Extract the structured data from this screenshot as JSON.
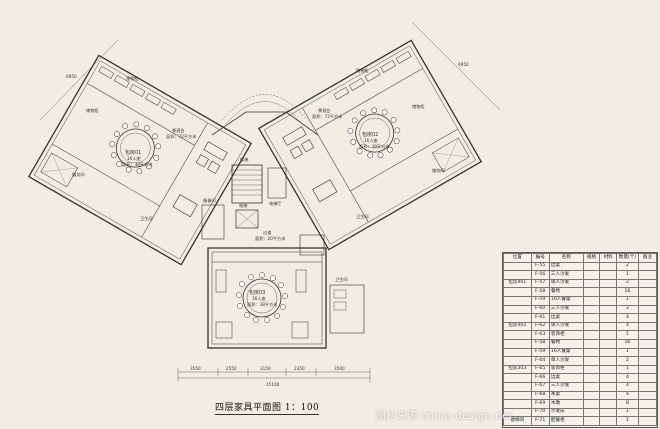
{
  "drawing": {
    "title": "四层家具平面图 1：100",
    "watermark": "图片来源 china-design.net"
  },
  "rooms": {
    "left": {
      "table_label": "包房01",
      "table_sub": "16人座",
      "area": "面积：38平方米",
      "side_label": "景观台",
      "side_area": "面积：72平方米",
      "wc": "卫生间",
      "prep": "服务间",
      "top_note": "储物柜",
      "bottom_note": "储物柜"
    },
    "right": {
      "table_label": "包房02",
      "table_sub": "16人座",
      "area": "面积：38平方米",
      "side_label": "景观台",
      "side_area": "面积：72平方米",
      "wc": "卫生间",
      "prep": "服务间",
      "top_note": "储物柜",
      "bottom_note": "储物柜"
    },
    "bottom": {
      "table_label": "包房03",
      "table_sub": "16人座",
      "area": "面积：38平方米",
      "wc": "卫生间"
    },
    "center": {
      "corridor": "过道",
      "corridor_area": "面积：20平方米",
      "stair": "楼梯",
      "elevator": "电梯",
      "lobby": "电梯厅",
      "service": "备餐间"
    }
  },
  "schedule": {
    "headers": [
      "位置",
      "编号",
      "名称",
      "规格",
      "材料",
      "数量(个)",
      "备注"
    ],
    "rows": [
      {
        "loc": "",
        "code": "F-55",
        "name": "边桌",
        "qty": "2"
      },
      {
        "loc": "",
        "code": "F-56",
        "name": "三人沙发",
        "qty": "1"
      },
      {
        "loc": "包房401",
        "code": "F-57",
        "name": "单人沙发",
        "qty": "2"
      },
      {
        "loc": "",
        "code": "F-58",
        "name": "餐椅",
        "qty": "16"
      },
      {
        "loc": "",
        "code": "F-59",
        "name": "16人餐桌",
        "qty": "1"
      },
      {
        "loc": "",
        "code": "F-60",
        "name": "三人沙发",
        "qty": "2"
      },
      {
        "loc": "",
        "code": "F-61",
        "name": "边桌",
        "qty": "4"
      },
      {
        "loc": "包房402",
        "code": "F-62",
        "name": "单人沙发",
        "qty": "4"
      },
      {
        "loc": "",
        "code": "F-63",
        "name": "装饰柜",
        "qty": "1"
      },
      {
        "loc": "",
        "code": "F-58",
        "name": "餐椅",
        "qty": "16"
      },
      {
        "loc": "",
        "code": "F-59",
        "name": "16人餐桌",
        "qty": "1"
      },
      {
        "loc": "",
        "code": "F-64",
        "name": "单人沙发",
        "qty": "2"
      },
      {
        "loc": "包房303",
        "code": "F-65",
        "name": "装饰柜",
        "qty": "1"
      },
      {
        "loc": "",
        "code": "F-66",
        "name": "边桌",
        "qty": "4"
      },
      {
        "loc": "",
        "code": "F-67",
        "name": "三人沙发",
        "qty": "4"
      },
      {
        "loc": "",
        "code": "F-68",
        "name": "茶桌",
        "qty": "4"
      },
      {
        "loc": "",
        "code": "F-69",
        "name": "木墩",
        "qty": "8"
      },
      {
        "loc": "",
        "code": "F-70",
        "name": "沙发床",
        "qty": "1"
      },
      {
        "loc": "楼梯间",
        "code": "F-71",
        "name": "配餐柜",
        "qty": "1"
      }
    ]
  },
  "dimensions": {
    "left_top": "6950",
    "right_top": "6950",
    "bottom_total": "15100",
    "bottom_segments": [
      "3550",
      "2550",
      "3150",
      "2350",
      "3500"
    ]
  },
  "colors": {
    "line": "#333333",
    "paper": "#f1ede2",
    "watermark": "#ffffff"
  }
}
